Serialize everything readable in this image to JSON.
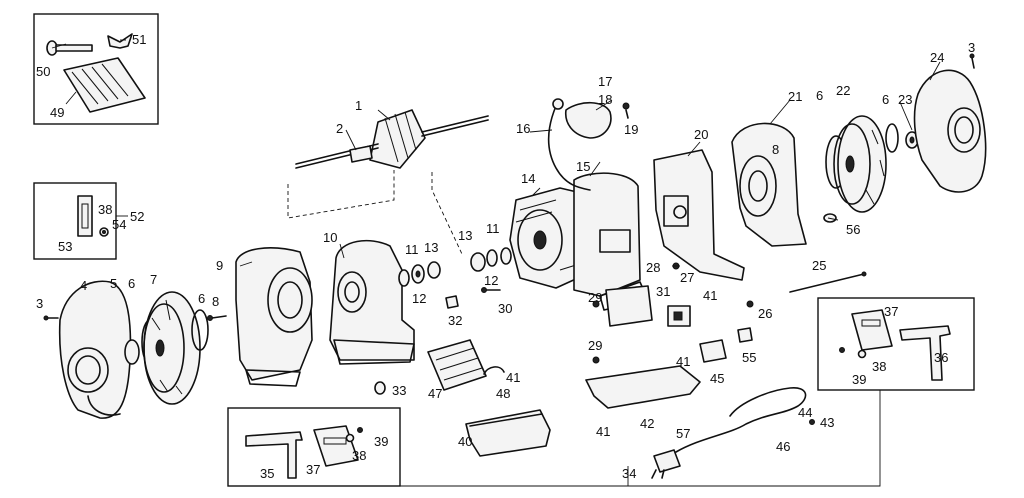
{
  "callouts": {
    "c1": "1",
    "c2": "2",
    "c3a": "3",
    "c3b": "3",
    "c4": "4",
    "c5": "5",
    "c6a": "6",
    "c6b": "6",
    "c6c": "6",
    "c6d": "6",
    "c7": "7",
    "c8a": "8",
    "c8b": "8",
    "c9": "9",
    "c10": "10",
    "c11a": "11",
    "c11b": "11",
    "c12a": "12",
    "c12b": "12",
    "c13a": "13",
    "c13b": "13",
    "c14": "14",
    "c15": "15",
    "c16": "16",
    "c17": "17",
    "c18": "18",
    "c19": "19",
    "c20": "20",
    "c21": "21",
    "c22": "22",
    "c23": "23",
    "c24": "24",
    "c25": "25",
    "c26": "26",
    "c27": "27",
    "c28": "28",
    "c29a": "29",
    "c29b": "29",
    "c30": "30",
    "c31": "31",
    "c32": "32",
    "c33": "33",
    "c34": "34",
    "c35": "35",
    "c36": "36",
    "c37a": "37",
    "c37b": "37",
    "c38a": "38",
    "c38b": "38",
    "c38c": "38",
    "c39a": "39",
    "c39b": "39",
    "c40": "40",
    "c41a": "41",
    "c41b": "41",
    "c41c": "41",
    "c41d": "41",
    "c42": "42",
    "c43": "43",
    "c44": "44",
    "c45": "45",
    "c46": "46",
    "c47": "47",
    "c48": "48",
    "c49": "49",
    "c50": "50",
    "c51": "51",
    "c52": "52",
    "c53": "53",
    "c54": "54",
    "c55": "55",
    "c56": "56",
    "c57": "57"
  }
}
